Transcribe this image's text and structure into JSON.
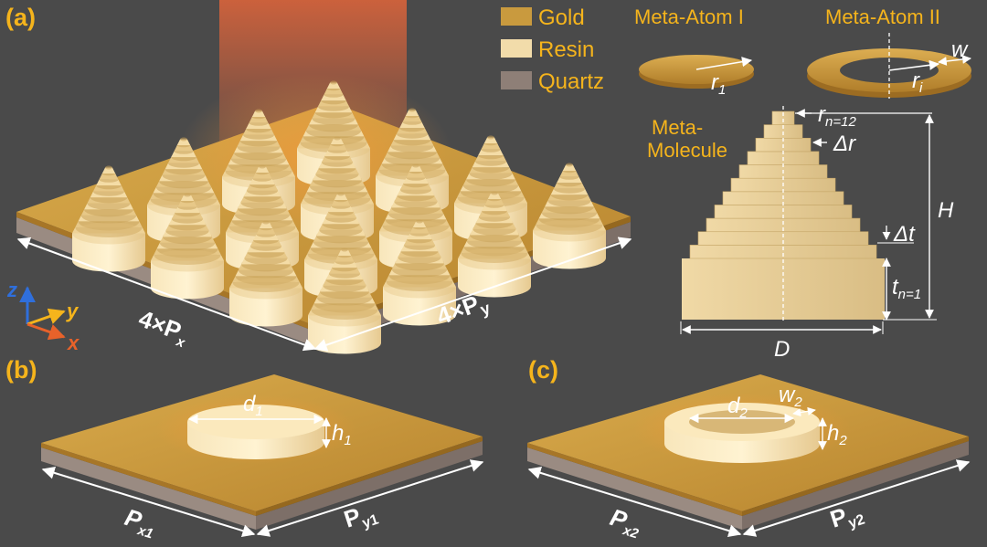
{
  "panels": {
    "a": "(a)",
    "b": "(b)",
    "c": "(c)"
  },
  "legend": [
    {
      "label": "Gold",
      "color": "#c99a3e"
    },
    {
      "label": "Resin",
      "color": "#f2dcaa"
    },
    {
      "label": "Quartz",
      "color": "#8e7f77"
    }
  ],
  "meta_atom_1": {
    "title": "Meta-Atom I",
    "r_label": "r",
    "r_sub": "1"
  },
  "meta_atom_2": {
    "title": "Meta-Atom II",
    "r_label": "r",
    "r_sub": "i",
    "w_label": "w"
  },
  "meta_molecule": {
    "title_line1": "Meta-",
    "title_line2": "Molecule",
    "r_top": "r",
    "r_top_sub": "n=12",
    "delta_r": "Δr",
    "delta_t": "Δt",
    "t_bottom": "t",
    "t_bottom_sub": "n=1",
    "H": "H",
    "D": "D"
  },
  "axes": {
    "z": "z",
    "y": "y",
    "x": "x",
    "z_color": "#2f6fdc",
    "y_color": "#f5b41c",
    "x_color": "#e8622a"
  },
  "array_dims": {
    "px_pre": "4×P",
    "px_sub": "x",
    "py_pre": "4×P",
    "py_sub": "y"
  },
  "panel_b": {
    "d": "d",
    "d_sub": "1",
    "h": "h",
    "h_sub": "1",
    "px": "P",
    "px_sub": "x1",
    "py": "P",
    "py_sub": "y1"
  },
  "panel_c": {
    "d": "d",
    "d_sub": "2",
    "w": "w",
    "w_sub": "2",
    "h": "h",
    "h_sub": "2",
    "px": "P",
    "px_sub": "x2",
    "py": "P",
    "py_sub": "y2"
  },
  "colors": {
    "gold": "#c99a3e",
    "resin": "#f2dcaa",
    "quartz": "#8e7f77",
    "accent": "#f5b41c",
    "background": "#4a4a4a"
  }
}
